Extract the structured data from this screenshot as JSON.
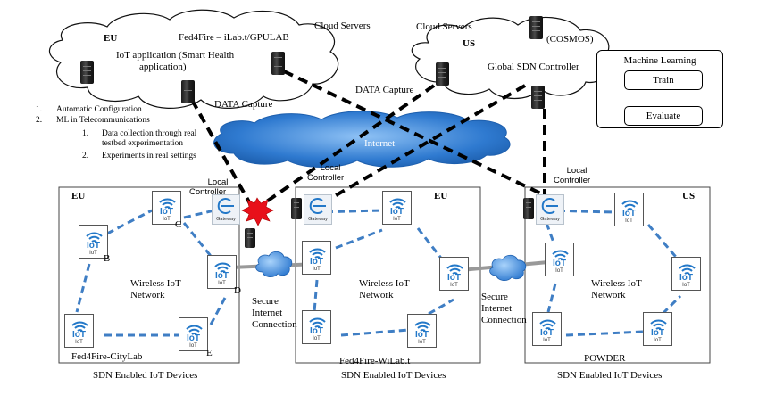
{
  "cloud_left": {
    "region": "EU",
    "testbed": "Fed4Fire – iLab.t/GPULAB",
    "cloud_label": "Cloud Servers",
    "app_line1": "IoT application (Smart Health",
    "app_line2": "application)",
    "capture": "DATA Capture"
  },
  "cloud_right": {
    "cloud_label": "Cloud Servers",
    "region": "US",
    "cosmos": "(COSMOS)",
    "controller": "Global SDN Controller"
  },
  "capture_middle": "DATA Capture",
  "internet": "Internet",
  "ml": {
    "title": "Machine Learning",
    "train": "Train",
    "evaluate": "Evaluate"
  },
  "notes": {
    "item1_num": "1.",
    "item1": "Automatic Configuration",
    "item2_num": "2.",
    "item2": "ML in Telecommunications",
    "sub1_num": "1.",
    "sub1_line1": "Data collection through real",
    "sub1_line2": "testbed experimentation",
    "sub2_num": "2.",
    "sub2": "Experiments in real settings"
  },
  "local_controllers": {
    "left_line1": "Local",
    "left_line2": "Controller",
    "mid_line1": "Local",
    "mid_line2": "Controller",
    "right_line1": "Local",
    "right_line2": "Controller"
  },
  "gateway_label": "Gateway",
  "iot_label_top": "IoT",
  "iot_label_bottom": "IoT",
  "network_left": {
    "region": "EU",
    "net_line1": "Wireless IoT",
    "net_line2": "Network",
    "testbed": "Fed4Fire-CityLab",
    "caption": "SDN Enabled IoT Devices",
    "nodes": {
      "b": "B",
      "c": "C",
      "d": "D",
      "e": "E"
    }
  },
  "network_mid": {
    "region": "EU",
    "net_line1": "Wireless IoT",
    "net_line2": "Network",
    "testbed": "Fed4Fire-WiLab.t",
    "caption": "SDN Enabled IoT Devices"
  },
  "network_right": {
    "region": "US",
    "net_line1": "Wireless IoT",
    "net_line2": "Network",
    "testbed": "POWDER",
    "caption": "SDN Enabled IoT Devices"
  },
  "secure_left": {
    "line1": "Secure",
    "line2": "Internet",
    "line3": "Connection"
  },
  "secure_right": {
    "line1": "Secure",
    "line2": "Internet",
    "line3": "Connection"
  },
  "colors": {
    "link_blue": "#3f7ec4",
    "internet_cloud": "#2f7ad0",
    "iot_blue": "#2378c8",
    "alert_red": "#e8101a"
  }
}
